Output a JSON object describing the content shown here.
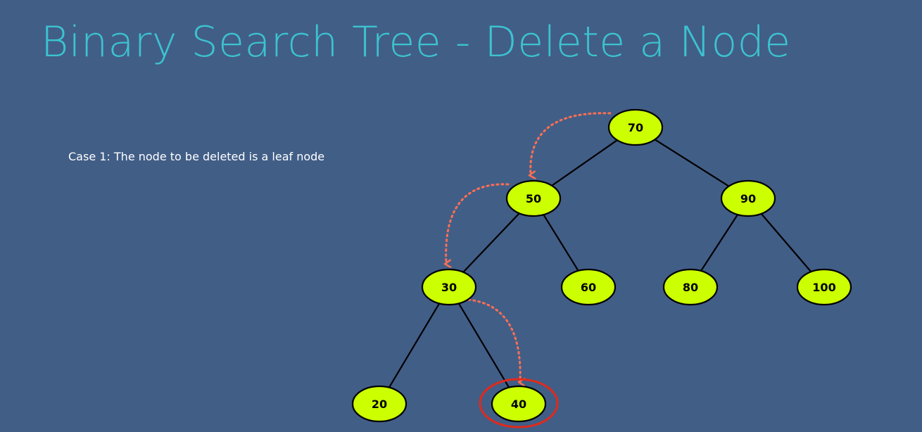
{
  "slide": {
    "title": "Binary Search Tree - Delete a Node",
    "case_text": "Case 1: The node to be deleted is a leaf node"
  },
  "colors": {
    "background": "#415e87",
    "title": "#3cc3cf",
    "text": "#ffffff",
    "node_fill": "#ccff00",
    "node_stroke": "#000000",
    "edge": "#000000",
    "path_arrow": "#ff6f52",
    "highlight_ring": "#e02a1c"
  },
  "tree": {
    "nodes": [
      {
        "id": "n70",
        "label": "70"
      },
      {
        "id": "n50",
        "label": "50"
      },
      {
        "id": "n90",
        "label": "90"
      },
      {
        "id": "n30",
        "label": "30"
      },
      {
        "id": "n60",
        "label": "60"
      },
      {
        "id": "n80",
        "label": "80"
      },
      {
        "id": "n100",
        "label": "100"
      },
      {
        "id": "n20",
        "label": "20"
      },
      {
        "id": "n40",
        "label": "40"
      }
    ],
    "edges": [
      {
        "from": "n70",
        "to": "n50"
      },
      {
        "from": "n70",
        "to": "n90"
      },
      {
        "from": "n50",
        "to": "n30"
      },
      {
        "from": "n50",
        "to": "n60"
      },
      {
        "from": "n90",
        "to": "n80"
      },
      {
        "from": "n90",
        "to": "n100"
      },
      {
        "from": "n30",
        "to": "n20"
      },
      {
        "from": "n30",
        "to": "n40"
      }
    ],
    "search_path": [
      "n70",
      "n50",
      "n30",
      "n40"
    ],
    "highlighted_node": "n40"
  }
}
